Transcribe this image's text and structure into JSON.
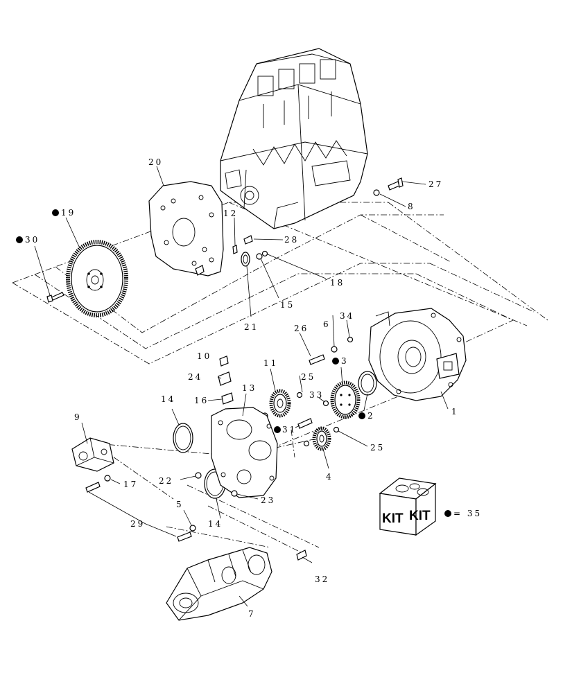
{
  "callouts": [
    {
      "id": "c1",
      "text": "1",
      "dot": false
    },
    {
      "id": "c2",
      "text": "2",
      "dot": true
    },
    {
      "id": "c3",
      "text": "3",
      "dot": true
    },
    {
      "id": "c4",
      "text": "4",
      "dot": false
    },
    {
      "id": "c5",
      "text": "5",
      "dot": false
    },
    {
      "id": "c6",
      "text": "6",
      "dot": false
    },
    {
      "id": "c7",
      "text": "7",
      "dot": false
    },
    {
      "id": "c8",
      "text": "8",
      "dot": false
    },
    {
      "id": "c9",
      "text": "9",
      "dot": false
    },
    {
      "id": "c10",
      "text": "10",
      "dot": false
    },
    {
      "id": "c11",
      "text": "11",
      "dot": false
    },
    {
      "id": "c12",
      "text": "12",
      "dot": false
    },
    {
      "id": "c13",
      "text": "13",
      "dot": false
    },
    {
      "id": "c14a",
      "text": "14",
      "dot": false
    },
    {
      "id": "c14b",
      "text": "14",
      "dot": false
    },
    {
      "id": "c15",
      "text": "15",
      "dot": false
    },
    {
      "id": "c16",
      "text": "16",
      "dot": false
    },
    {
      "id": "c17",
      "text": "17",
      "dot": false
    },
    {
      "id": "c18",
      "text": "18",
      "dot": false
    },
    {
      "id": "c19",
      "text": "19",
      "dot": true
    },
    {
      "id": "c20",
      "text": "20",
      "dot": false
    },
    {
      "id": "c21",
      "text": "21",
      "dot": false
    },
    {
      "id": "c22",
      "text": "22",
      "dot": false
    },
    {
      "id": "c23",
      "text": "23",
      "dot": false
    },
    {
      "id": "c24",
      "text": "24",
      "dot": false
    },
    {
      "id": "c25a",
      "text": "25",
      "dot": false
    },
    {
      "id": "c25b",
      "text": "25",
      "dot": false
    },
    {
      "id": "c26",
      "text": "26",
      "dot": false
    },
    {
      "id": "c27",
      "text": "27",
      "dot": false
    },
    {
      "id": "c28",
      "text": "28",
      "dot": false
    },
    {
      "id": "c29",
      "text": "29",
      "dot": false
    },
    {
      "id": "c30",
      "text": "30",
      "dot": true
    },
    {
      "id": "c31",
      "text": "31",
      "dot": true
    },
    {
      "id": "c32",
      "text": "32",
      "dot": false
    },
    {
      "id": "c33",
      "text": "33",
      "dot": false
    },
    {
      "id": "c34",
      "text": "34",
      "dot": false
    }
  ],
  "kit": {
    "label_left": "KIT",
    "label_right": "KIT",
    "legend_text": "= 35",
    "legend_dot": true
  }
}
